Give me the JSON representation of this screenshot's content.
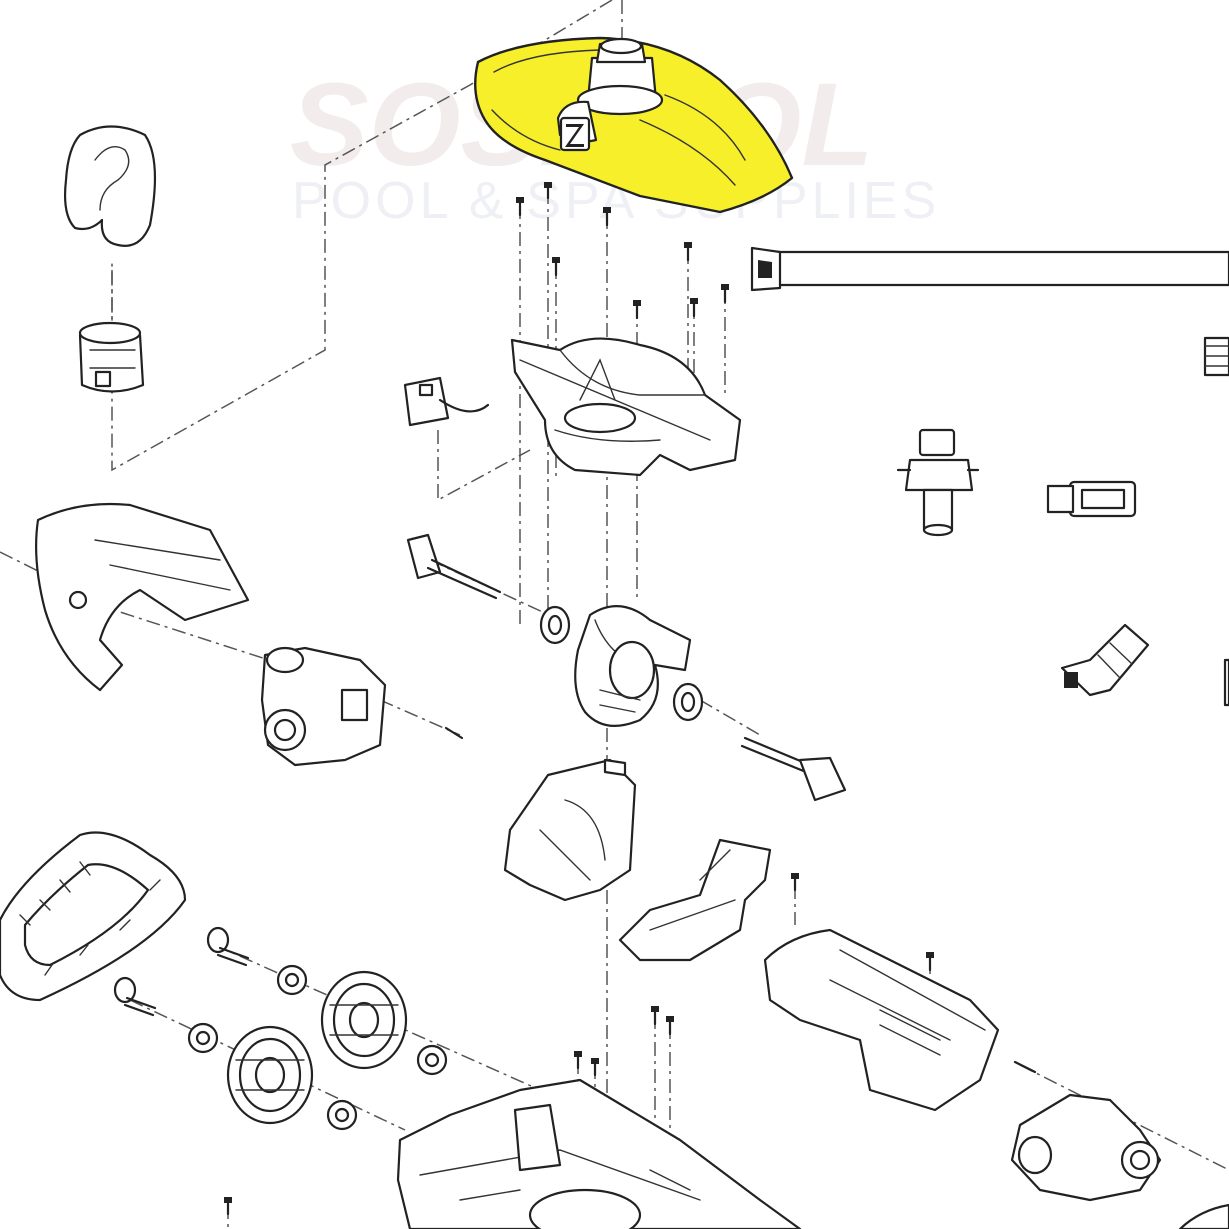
{
  "watermark": {
    "title": "SOSPOOL",
    "subtitle": "POOL & SPA SUPPLIES"
  },
  "colors": {
    "highlight": "#f6ef2a",
    "line": "#222222",
    "background": "#ffffff",
    "watermark_title": "#f3ecec",
    "watermark_subtitle": "#eef0f6"
  },
  "highlighted_part": "top-cover"
}
